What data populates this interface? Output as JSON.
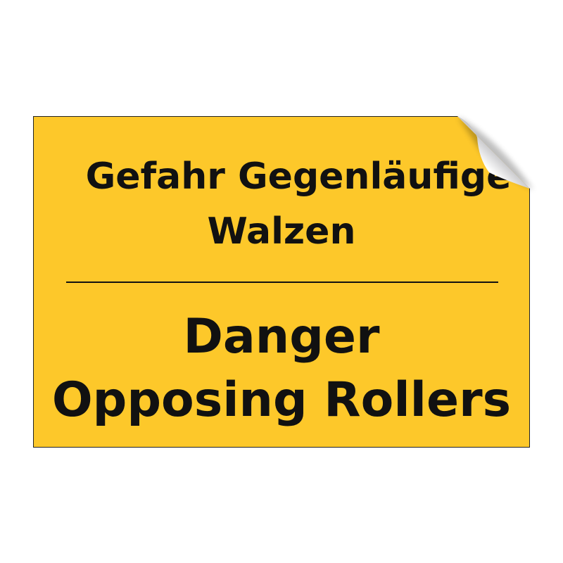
{
  "sign": {
    "german_line1": "Gefahr Gegenläufige",
    "german_line2": "Walzen",
    "english_line1": "Danger",
    "english_line2": "Opposing Rollers",
    "background_color": "#fdc82a",
    "text_color": "#111111",
    "corner_icon": "peel-corner-icon"
  }
}
